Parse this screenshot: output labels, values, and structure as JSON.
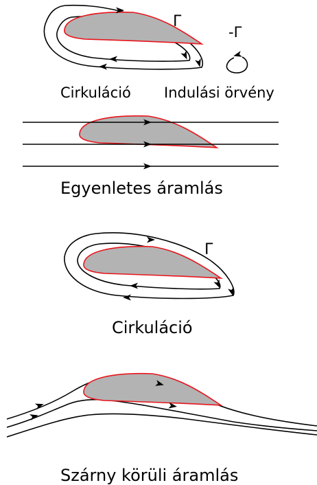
{
  "colors": {
    "airfoil_fill": "#b3b3b3",
    "airfoil_outline": "#e8141b",
    "streamline": "#000000"
  },
  "panel1": {
    "gamma": "Γ",
    "neg_gamma": "-Γ",
    "caption_left": "Cirkuláció",
    "caption_right": "Indulási örvény"
  },
  "panel2": {
    "caption": "Egyenletes áramlás"
  },
  "panel3": {
    "gamma": "Γ",
    "caption": "Cirkuláció"
  },
  "panel4": {
    "caption": "Szárny körüli áramlás"
  }
}
